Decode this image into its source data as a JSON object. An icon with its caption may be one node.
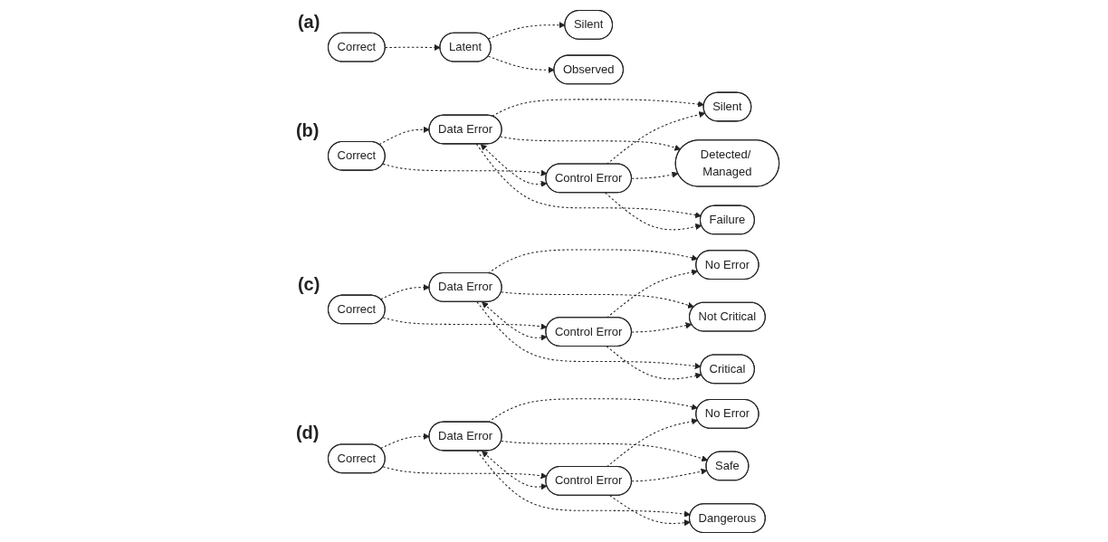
{
  "diagram": {
    "nodes": [
      {
        "text": [
          "Correct"
        ]
      },
      {
        "text": [
          "Latent"
        ]
      },
      {
        "text": [
          "Silent"
        ]
      },
      {
        "text": [
          "Observed"
        ]
      },
      {
        "text": [
          "Correct"
        ]
      },
      {
        "text": [
          "Data Error"
        ]
      },
      {
        "text": [
          "Control Error"
        ]
      },
      {
        "text": [
          "Silent"
        ]
      },
      {
        "text": [
          "Detected/ Managed"
        ]
      },
      {
        "text": [
          "Failure"
        ]
      },
      {
        "text": [
          "Correct"
        ]
      },
      {
        "text": [
          "Data Error"
        ]
      },
      {
        "text": [
          "Control Error"
        ]
      },
      {
        "text": [
          "No Error"
        ]
      },
      {
        "text": [
          "Not Critical"
        ]
      },
      {
        "text": [
          "Critical"
        ]
      },
      {
        "text": [
          "Correct"
        ]
      },
      {
        "text": [
          "Data Error"
        ]
      },
      {
        "text": [
          "Control Error"
        ]
      },
      {
        "text": [
          "No Error"
        ]
      },
      {
        "text": [
          "Safe"
        ]
      },
      {
        "text": [
          "Dangerous"
        ]
      }
    ],
    "edges": [
      {
        "from": 0,
        "to": 1,
        "arrow": "to",
        "style": "dashed"
      },
      {
        "from": 1,
        "to": 2,
        "arrow": "to",
        "style": "dashed"
      },
      {
        "from": 1,
        "to": 3,
        "arrow": "to",
        "style": "dashed"
      },
      {
        "from": 4,
        "to": 5,
        "arrow": "to",
        "style": "dashed"
      },
      {
        "from": 4,
        "to": 6,
        "arrow": "to",
        "style": "dashed"
      },
      {
        "from": 5,
        "to": 6,
        "arrow": "both",
        "style": "dashed"
      },
      {
        "from": 5,
        "to": 7,
        "arrow": "to",
        "style": "dashed"
      },
      {
        "from": 5,
        "to": 8,
        "arrow": "to",
        "style": "dashed"
      },
      {
        "from": 5,
        "to": 9,
        "arrow": "to",
        "style": "dashed"
      },
      {
        "from": 6,
        "to": 7,
        "arrow": "to",
        "style": "dashed"
      },
      {
        "from": 6,
        "to": 8,
        "arrow": "to",
        "style": "dashed"
      },
      {
        "from": 6,
        "to": 9,
        "arrow": "to",
        "style": "dashed"
      },
      {
        "from": 10,
        "to": 11,
        "arrow": "to",
        "style": "dashed"
      },
      {
        "from": 10,
        "to": 12,
        "arrow": "to",
        "style": "dashed"
      },
      {
        "from": 11,
        "to": 12,
        "arrow": "both",
        "style": "dashed"
      },
      {
        "from": 11,
        "to": 13,
        "arrow": "to",
        "style": "dashed"
      },
      {
        "from": 11,
        "to": 14,
        "arrow": "to",
        "style": "dashed"
      },
      {
        "from": 11,
        "to": 15,
        "arrow": "to",
        "style": "dashed"
      },
      {
        "from": 12,
        "to": 13,
        "arrow": "to",
        "style": "dashed"
      },
      {
        "from": 12,
        "to": 14,
        "arrow": "to",
        "style": "dashed"
      },
      {
        "from": 12,
        "to": 15,
        "arrow": "to",
        "style": "dashed"
      },
      {
        "from": 16,
        "to": 17,
        "arrow": "to",
        "style": "dashed"
      },
      {
        "from": 16,
        "to": 18,
        "arrow": "to",
        "style": "dashed"
      },
      {
        "from": 17,
        "to": 18,
        "arrow": "both",
        "style": "dashed"
      },
      {
        "from": 17,
        "to": 19,
        "arrow": "to",
        "style": "dashed"
      },
      {
        "from": 17,
        "to": 20,
        "arrow": "to",
        "style": "dashed"
      },
      {
        "from": 17,
        "to": 21,
        "arrow": "to",
        "style": "dashed"
      },
      {
        "from": 18,
        "to": 19,
        "arrow": "to",
        "style": "dashed"
      },
      {
        "from": 18,
        "to": 20,
        "arrow": "to",
        "style": "dashed"
      },
      {
        "from": 18,
        "to": 21,
        "arrow": "to",
        "style": "dashed"
      }
    ],
    "labels": [
      "(a)",
      "(b)",
      "(c)",
      "(d)"
    ]
  }
}
